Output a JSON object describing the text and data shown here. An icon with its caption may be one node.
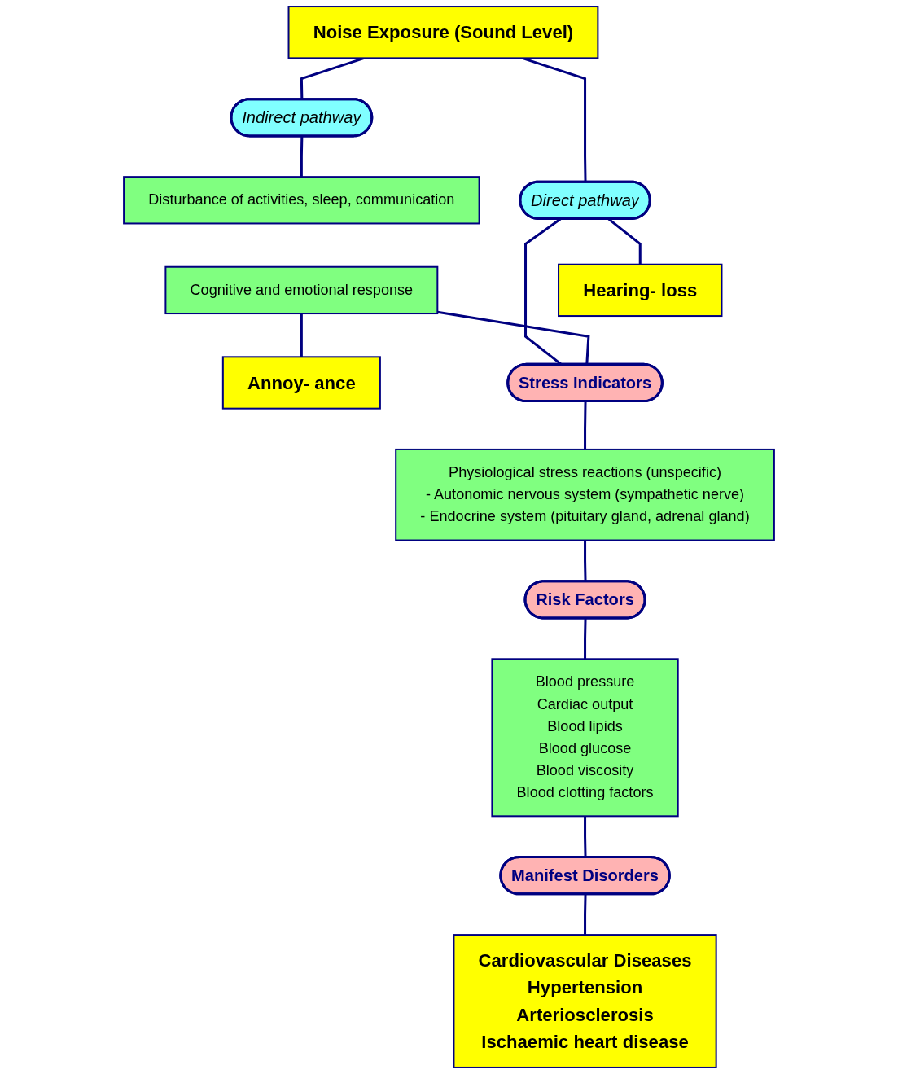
{
  "diagram": {
    "nodes": [
      {
        "text": [
          "Noise Exposure  (Sound Level)"
        ]
      },
      {
        "text": [
          "Direct pathway"
        ]
      },
      {
        "text": [
          "Indirect pathway"
        ]
      },
      {
        "text": [
          "Hearing- loss"
        ]
      },
      {
        "text": [
          "Disturbance of activities, sleep, communication"
        ]
      },
      {
        "text": [
          "Cognitive and emotional response"
        ]
      },
      {
        "text": [
          "Annoy- ance"
        ]
      },
      {
        "text": [
          "Stress Indicators"
        ]
      },
      {
        "text": [
          "Physiological stress reactions (unspecific)",
          "- Autonomic nervous system (sympathetic nerve)",
          "- Endocrine system (pituitary gland, adrenal gland)"
        ]
      },
      {
        "text": [
          "Risk Factors"
        ]
      },
      {
        "text": [
          "Blood pressure",
          "Cardiac output",
          "Blood lipids",
          "Blood glucose",
          "Blood viscosity",
          "Blood clotting factors"
        ]
      },
      {
        "text": [
          "Manifest Disorders"
        ]
      },
      {
        "text": [
          "Cardiovascular Diseases",
          "Hypertension",
          "Arteriosclerosis",
          "Ischaemic heart disease"
        ]
      }
    ],
    "edges": [
      {
        "from": 0,
        "to": 1,
        "arrow": "none"
      },
      {
        "from": 0,
        "to": 2,
        "arrow": "none"
      },
      {
        "from": 1,
        "to": 3,
        "arrow": "none"
      },
      {
        "from": 1,
        "to": 7,
        "arrow": "none"
      },
      {
        "from": 2,
        "to": 4,
        "arrow": "none"
      },
      {
        "from": 5,
        "to": 6,
        "arrow": "none"
      },
      {
        "from": 5,
        "to": 7,
        "arrow": "none"
      },
      {
        "from": 7,
        "to": 8,
        "arrow": "none"
      },
      {
        "from": 8,
        "to": 9,
        "arrow": "none"
      },
      {
        "from": 9,
        "to": 10,
        "arrow": "none"
      },
      {
        "from": 10,
        "to": 11,
        "arrow": "none"
      },
      {
        "from": 11,
        "to": 12,
        "arrow": "none"
      }
    ]
  }
}
